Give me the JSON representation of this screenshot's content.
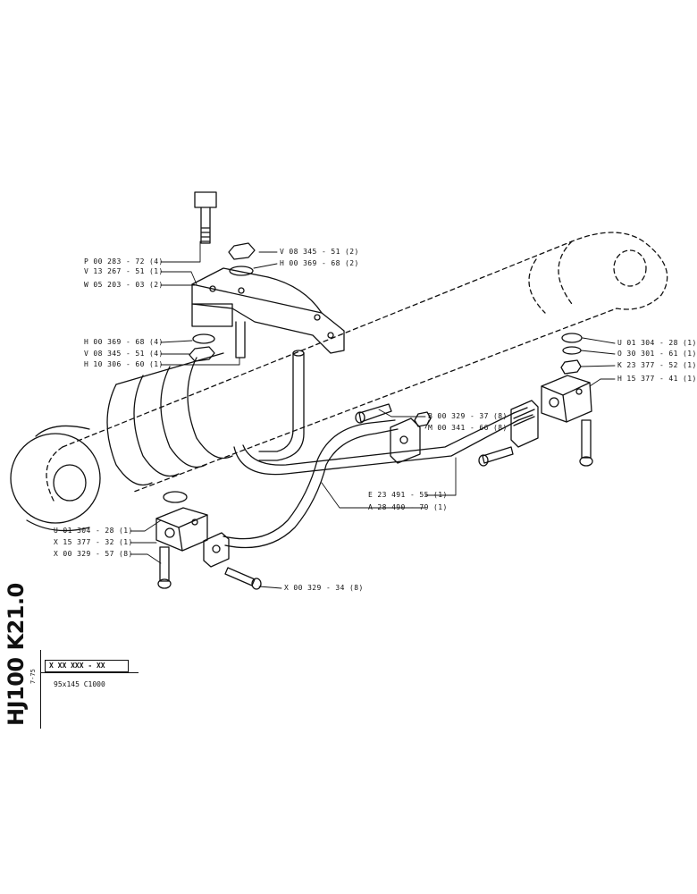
{
  "labels": {
    "p_00_283_72": "P 00 283 - 72 (4)",
    "v_13_267_51": "V 13 267 - 51 (1)",
    "w_05_203_03": "W 05 203 - 03 (2)",
    "v_08_345_51_top": "V 08 345 - 51 (2)",
    "h_00_369_68_top": "H 00 369 - 68 (2)",
    "h_00_369_68_left": "H 00 369 - 68 (4)",
    "v_08_345_51_left": "V 08 345 - 51 (4)",
    "h_10_306_60": "H 10 306 - 60 (1)",
    "u_01_304_28_right": "U 01 304 - 28 (1)",
    "o_30_301_61": "O 30 301 - 61 (1)",
    "k_23_377_52": "K 23 377 - 52 (1)",
    "h_15_377_41": "H 15 377 - 41 (1)",
    "b_00_329_37": "B 00 329 - 37 (8)",
    "m_00_341_66": "M 00 341 - 66 (8)",
    "e_23_491_55": "E 23 491 - 55 (1)",
    "a_28_490_79": "A 28 490 - 79 (1)",
    "u_01_304_28_left": "U 01 304 - 28 (1)",
    "x_15_377_32": "X 15 377 - 32 (1)",
    "x_00_329_57": "X 00 329 - 57 (8)",
    "x_00_329_34": "X 00 329 - 34 (8)"
  },
  "title_block": {
    "model": "HJ100 K21.0",
    "date": "7-75",
    "part_number": "X XX  XXX - XX",
    "size_note": "95x145  C1000"
  }
}
